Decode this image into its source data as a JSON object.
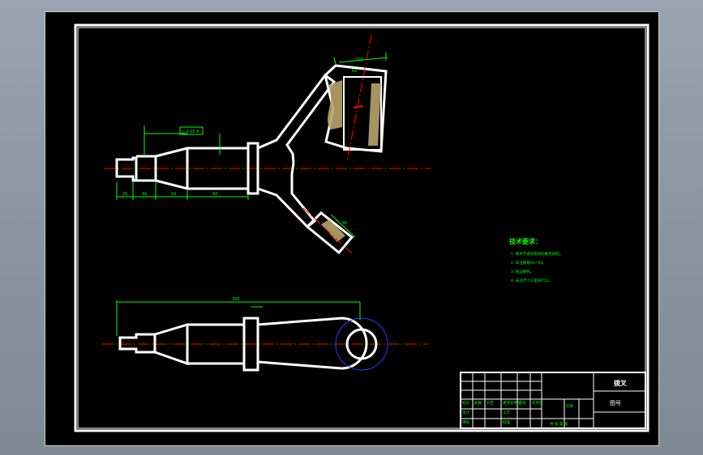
{
  "drawing": {
    "background": "#000000",
    "colors": {
      "outline": "#ffffff",
      "dimension": "#00ff00",
      "centerline": "#ff0000",
      "hatch": "#ffd27a",
      "annotation": "#00ff00",
      "tolerance_frame": "#00ff00"
    },
    "dimensions": {
      "top_view_left_segment": "20",
      "top_view_mid_segment": "40",
      "top_view_right_segment": "60",
      "top_view_cone": "50",
      "tolerance_frame": "◇ 0.05 A",
      "upper_fork_width": "100",
      "upper_fork_inner": "60",
      "lower_fork_width": "40",
      "overall_length": "300"
    },
    "technical_requirements": {
      "title": "技术要求：",
      "items": [
        "1. 铸件不得有裂纹砂眼等缺陷。",
        "2. 未注圆角R3~R5。",
        "3. 锐边倒钝。",
        "4. 未注尺寸公差按IT12。"
      ]
    },
    "title_block": {
      "part_name": "拨叉",
      "drawing_no": "图号",
      "rows_left": [
        "标记",
        "处数",
        "分区",
        "更改文件号",
        "签名",
        "年月日"
      ],
      "rows_role": [
        "设计",
        "审核",
        "工艺",
        "批准"
      ],
      "scale_label": "比例",
      "sheet_label": "共 张 第 张"
    }
  }
}
